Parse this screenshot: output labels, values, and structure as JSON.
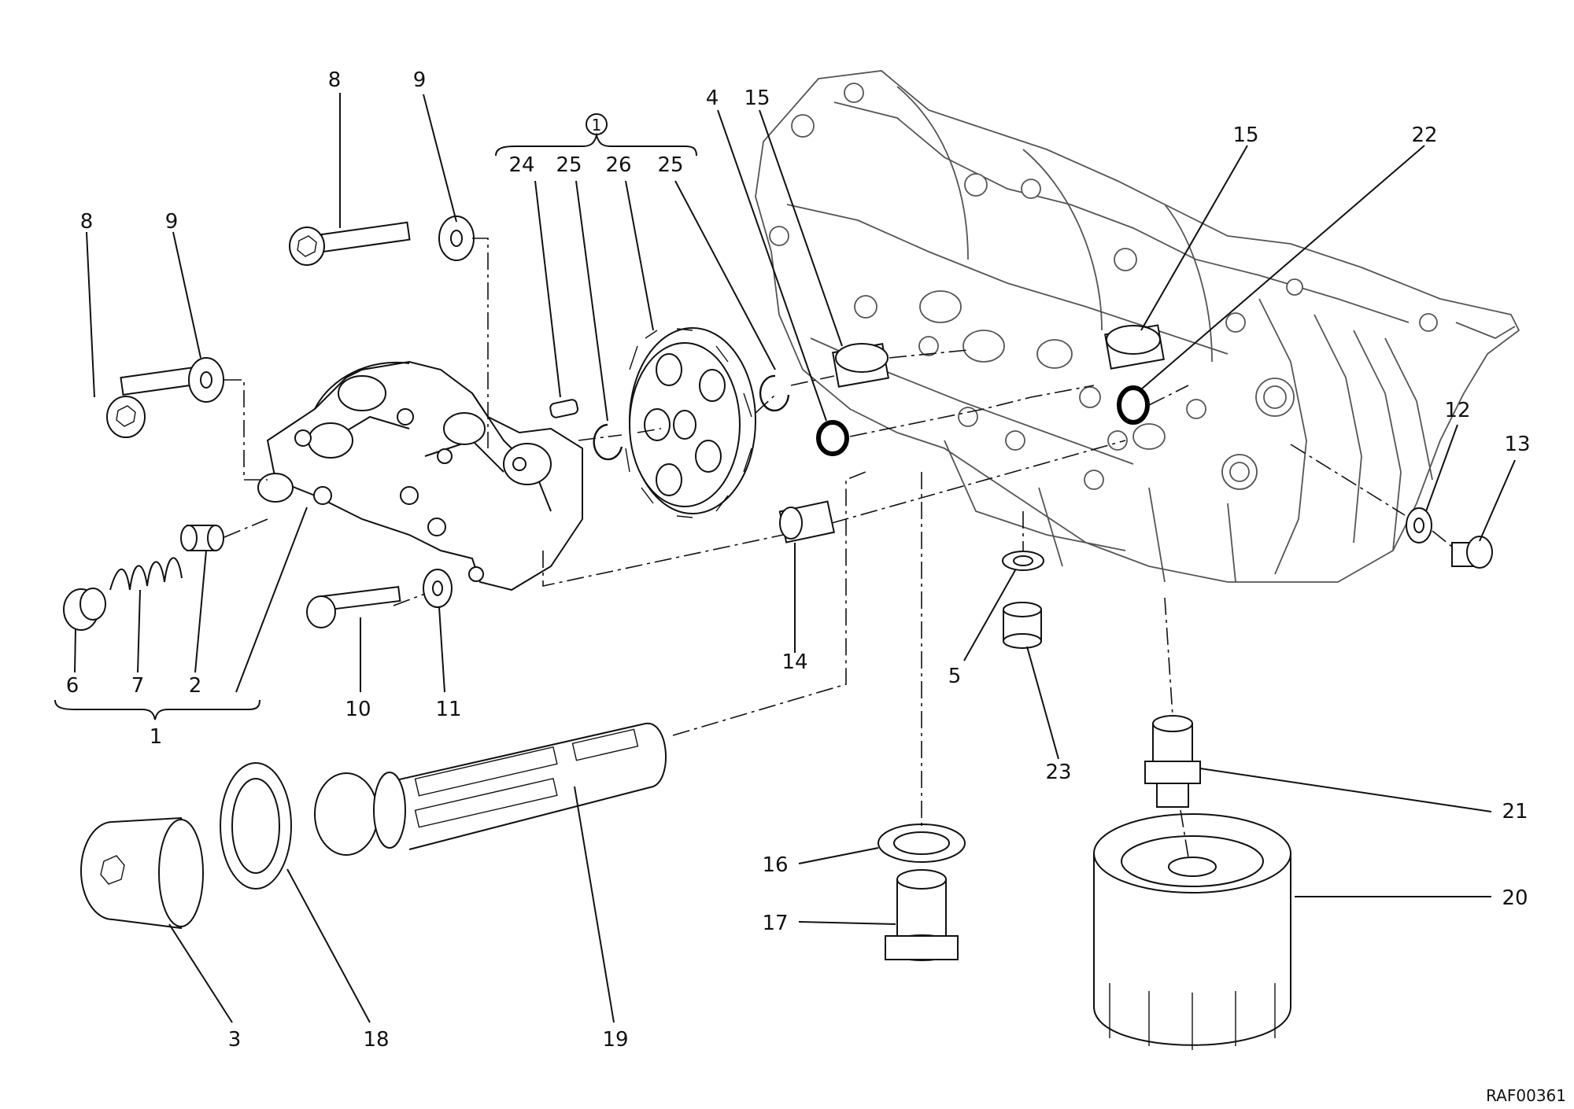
{
  "drawing_code": "RAF00361",
  "group_labels": {
    "assembly_1": "1",
    "assembly_1_circled": "1"
  },
  "callouts": [
    {
      "id": "c8a",
      "text": "8"
    },
    {
      "id": "c9a",
      "text": "9"
    },
    {
      "id": "c8b",
      "text": "8"
    },
    {
      "id": "c9b",
      "text": "9"
    },
    {
      "id": "c24",
      "text": "24"
    },
    {
      "id": "c25a",
      "text": "25"
    },
    {
      "id": "c26",
      "text": "26"
    },
    {
      "id": "c25b",
      "text": "25"
    },
    {
      "id": "c4",
      "text": "4"
    },
    {
      "id": "c15a",
      "text": "15"
    },
    {
      "id": "c15b",
      "text": "15"
    },
    {
      "id": "c22",
      "text": "22"
    },
    {
      "id": "c12",
      "text": "12"
    },
    {
      "id": "c13",
      "text": "13"
    },
    {
      "id": "c6",
      "text": "6"
    },
    {
      "id": "c7",
      "text": "7"
    },
    {
      "id": "c2",
      "text": "2"
    },
    {
      "id": "c10",
      "text": "10"
    },
    {
      "id": "c11",
      "text": "11"
    },
    {
      "id": "c14",
      "text": "14"
    },
    {
      "id": "c5",
      "text": "5"
    },
    {
      "id": "c23",
      "text": "23"
    },
    {
      "id": "c21",
      "text": "21"
    },
    {
      "id": "c20",
      "text": "20"
    },
    {
      "id": "c16",
      "text": "16"
    },
    {
      "id": "c17",
      "text": "17"
    },
    {
      "id": "c3",
      "text": "3"
    },
    {
      "id": "c18",
      "text": "18"
    },
    {
      "id": "c19",
      "text": "19"
    }
  ]
}
